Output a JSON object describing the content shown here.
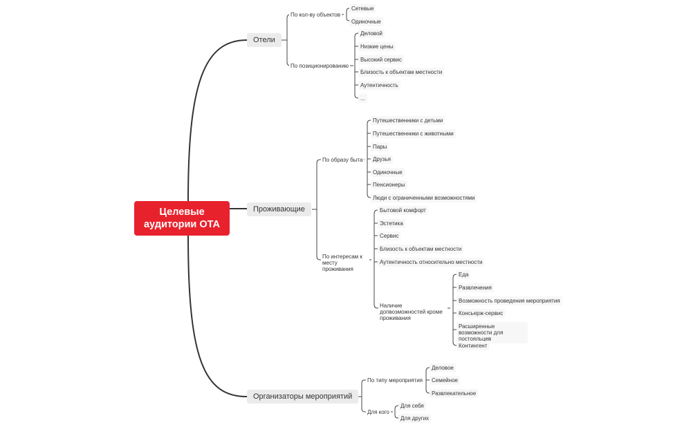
{
  "root": {
    "label": "Целевые аудитории ОТА"
  },
  "hotels": {
    "label": "Отели",
    "by_count": {
      "label": "По кол-ву объектов",
      "items": [
        "Сетевые",
        "Одиночные"
      ]
    },
    "by_position": {
      "label": "По позиционированию",
      "items": [
        "Деловой",
        "Низкие цены",
        "Высокий сервис",
        "Близость к объектам местности",
        "Аутентичность",
        "..."
      ]
    }
  },
  "residents": {
    "label": "Проживающие",
    "lifestyle": {
      "label": "По образу быта",
      "items": [
        "Путешественники с детьми",
        "Путешественники с животными",
        "Пары",
        "Друзья",
        "Одиночные",
        "Пенсионеры",
        "Люди с ограниченными возможностями"
      ]
    },
    "interests": {
      "label": "По интересам к месту проживания",
      "items": [
        "Бытовой комфорт",
        "Эстетика",
        "Сервис",
        "Близость к объектам местности",
        "Аутентичность относительно местности"
      ],
      "extra": {
        "label": "Наличие допвозможностей кроме проживания",
        "items": [
          "Еда",
          "Развлечения",
          "Возможность проведения мероприятия",
          "Консьерж-сервис",
          "Расширенные возможности для постояльцев",
          "Контингент"
        ]
      }
    }
  },
  "organizers": {
    "label": "Организаторы мероприятий",
    "by_type": {
      "label": "По типу мероприятия",
      "items": [
        "Деловое",
        "Семейное",
        "Развлекательное"
      ]
    },
    "for_whom": {
      "label": "Для кого",
      "items": [
        "Для себя",
        "Для других"
      ]
    }
  }
}
